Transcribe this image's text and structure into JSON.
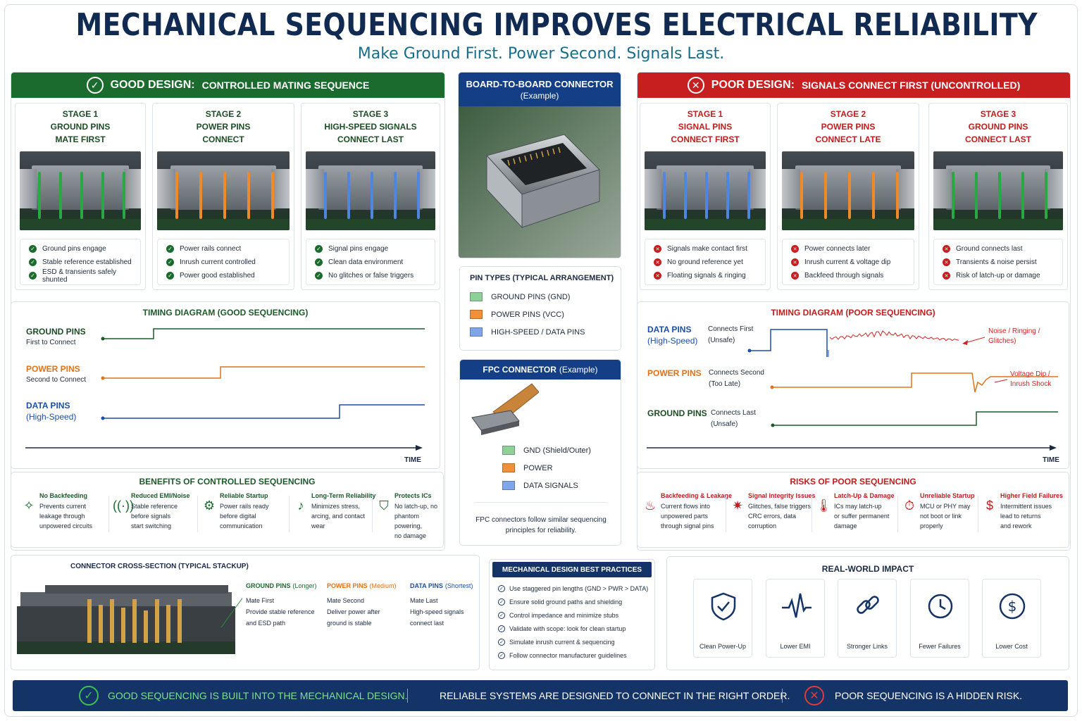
{
  "title": "MECHANICAL SEQUENCING IMPROVES ELECTRICAL RELIABILITY",
  "subtitle": "Make Ground First. Power Second. Signals Last.",
  "good": {
    "header_bold": "GOOD DESIGN:",
    "header_rest": "CONTROLLED MATING SEQUENCE",
    "stages": [
      {
        "title": "STAGE 1\nGROUND PINS\nMATE FIRST",
        "pin_color": "#29a845",
        "points": [
          "Ground pins engage",
          "Stable reference established",
          "ESD & transients safely shunted"
        ]
      },
      {
        "title": "STAGE 2\nPOWER PINS\nCONNECT",
        "pin_color": "#ee8a2a",
        "points": [
          "Power rails connect",
          "Inrush current controlled",
          "Power good established"
        ]
      },
      {
        "title": "STAGE 3\nHIGH-SPEED SIGNALS\nCONNECT LAST",
        "pin_color": "#4f86e0",
        "points": [
          "Signal pins engage",
          "Clean data environment",
          "No glitches or false triggers"
        ]
      }
    ],
    "timing_title": "TIMING DIAGRAM (GOOD SEQUENCING)",
    "timing": [
      {
        "label": "GROUND PINS",
        "sub": "First to Connect"
      },
      {
        "label": "POWER PINS",
        "sub": "Second to Connect"
      },
      {
        "label": "DATA PINS",
        "sub": "(High-Speed)"
      }
    ],
    "time_label": "TIME",
    "benefits_title": "BENEFITS OF CONTROLLED SEQUENCING",
    "benefits": [
      {
        "icon": "✧",
        "title": "No Backfeeding",
        "desc": "Prevents current\nleakage through\nunpowered circuits"
      },
      {
        "icon": "((·))",
        "title": "Reduced EMI/Noise",
        "desc": "Stable reference\nbefore signals\nstart switching"
      },
      {
        "icon": "⚙",
        "title": "Reliable Startup",
        "desc": "Power rails ready\nbefore digital\ncommunication"
      },
      {
        "icon": "♪",
        "title": "Long-Term Reliability",
        "desc": "Minimizes stress,\narcing, and contact\nwear"
      },
      {
        "icon": "⛉",
        "title": "Protects ICs",
        "desc": "No latch-up, no\nphantom powering,\nno damage"
      }
    ]
  },
  "center": {
    "b2b_title": "BOARD-TO-BOARD CONNECTOR",
    "b2b_sub": "(Example)",
    "pin_types_title": "PIN TYPES (TYPICAL ARRANGEMENT)",
    "pin_types": [
      {
        "label": "GROUND PINS (GND)",
        "color": "#8fcf98"
      },
      {
        "label": "POWER PINS (VCC)",
        "color": "#f0913a"
      },
      {
        "label": "HIGH-SPEED / DATA PINS",
        "color": "#7fa6e8"
      }
    ],
    "fpc_title": "FPC CONNECTOR",
    "fpc_sub": "(Example)",
    "fpc_legend": [
      {
        "label": "GND (Shield/Outer)",
        "color": "#8fcf98"
      },
      {
        "label": "POWER",
        "color": "#f0913a"
      },
      {
        "label": "DATA SIGNALS",
        "color": "#7fa6e8"
      }
    ],
    "fpc_note": "FPC connectors follow similar sequencing principles for reliability."
  },
  "poor": {
    "header_bold": "POOR DESIGN:",
    "header_rest": "SIGNALS CONNECT FIRST (UNCONTROLLED)",
    "stages": [
      {
        "title": "STAGE 1\nSIGNAL PINS\nCONNECT FIRST",
        "pin_color": "#4f86e0",
        "points": [
          "Signals make contact first",
          "No ground reference yet",
          "Floating signals & ringing"
        ]
      },
      {
        "title": "STAGE 2\nPOWER PINS\nCONNECT LATE",
        "pin_color": "#ee8a2a",
        "points": [
          "Power connects later",
          "Inrush current & voltage dip",
          "Backfeed through signals"
        ]
      },
      {
        "title": "STAGE 3\nGROUND PINS\nCONNECT LAST",
        "pin_color": "#29a845",
        "points": [
          "Ground connects last",
          "Transients & noise persist",
          "Risk of latch-up or damage"
        ]
      }
    ],
    "timing_title": "TIMING DIAGRAM (POOR SEQUENCING)",
    "timing": [
      {
        "label": "DATA PINS",
        "label2": "(High-Speed)",
        "desc": "Connects First",
        "desc2": "(Unsafe)"
      },
      {
        "label": "POWER PINS",
        "label2": "",
        "desc": "Connects Second",
        "desc2": "(Too Late)"
      },
      {
        "label": "GROUND PINS",
        "label2": "",
        "desc": "Connects Last",
        "desc2": "(Unsafe)"
      }
    ],
    "noise_label": "Noise / Ringing /\nGlitches)",
    "dip_label": "Voltage Dip /\nInrush Shock",
    "time_label": "TIME",
    "risks_title": "RISKS OF POOR SEQUENCING",
    "risks": [
      {
        "icon": "♨",
        "title": "Backfeeding & Leakage",
        "desc": "Current flows into\nunpowered parts\nthrough signal pins"
      },
      {
        "icon": "✷",
        "title": "Signal Integrity Issues",
        "desc": "Glitches, false triggers,\nCRC errors, data\ncorruption"
      },
      {
        "icon": "🌡",
        "title": "Latch-Up & Damage",
        "desc": "ICs may latch-up\nor suffer permanent\ndamage"
      },
      {
        "icon": "⏱",
        "title": "Unreliable Startup",
        "desc": "MCU or PHY may\nnot boot or link\nproperly"
      },
      {
        "icon": "$",
        "title": "Higher Field Failures",
        "desc": "Intermittent issues\nlead to returns\nand rework"
      }
    ]
  },
  "cross_section": {
    "title": "CONNECTOR CROSS-SECTION (TYPICAL STACKUP)",
    "cols": [
      {
        "head": "GROUND PINS",
        "head2": "(Longer)",
        "lines": [
          "Mate First",
          "Provide stable reference",
          "and ESD path"
        ]
      },
      {
        "head": "POWER PINS",
        "head2": "(Medium)",
        "lines": [
          "Mate Second",
          "Deliver power after",
          "ground is stable"
        ]
      },
      {
        "head": "DATA PINS",
        "head2": "(Shortest)",
        "lines": [
          "Mate Last",
          "High-speed signals",
          "connect last"
        ]
      }
    ]
  },
  "best_practices": {
    "title": "MECHANICAL DESIGN BEST PRACTICES",
    "items": [
      "Use staggered pin lengths (GND > PWR > DATA)",
      "Ensure solid ground paths and shielding",
      "Control impedance and minimize stubs",
      "Validate with scope: look for clean startup",
      "Simulate inrush current & sequencing",
      "Follow connector manufacturer guidelines"
    ]
  },
  "impact": {
    "title": "REAL-WORLD IMPACT",
    "items": [
      {
        "icon": "shield-check-icon",
        "label": "Clean Power-Up"
      },
      {
        "icon": "pulse-icon",
        "label": "Lower EMI"
      },
      {
        "icon": "chain-link-icon",
        "label": "Stronger Links"
      },
      {
        "icon": "clock-icon",
        "label": "Fewer Failures"
      },
      {
        "icon": "dollar-icon",
        "label": "Lower Cost"
      }
    ]
  },
  "footer": {
    "left": "GOOD SEQUENCING IS BUILT INTO THE MECHANICAL DESIGN.",
    "center": "RELIABLE SYSTEMS ARE DESIGNED TO CONNECT IN THE RIGHT ORDER.",
    "right": "POOR SEQUENCING IS A HIDDEN RISK."
  },
  "colors": {
    "good": "#1c6b2e",
    "poor": "#c71f1f",
    "navy": "#143366",
    "ground": "#29a845",
    "power": "#ee8a2a",
    "data": "#4f86e0"
  }
}
